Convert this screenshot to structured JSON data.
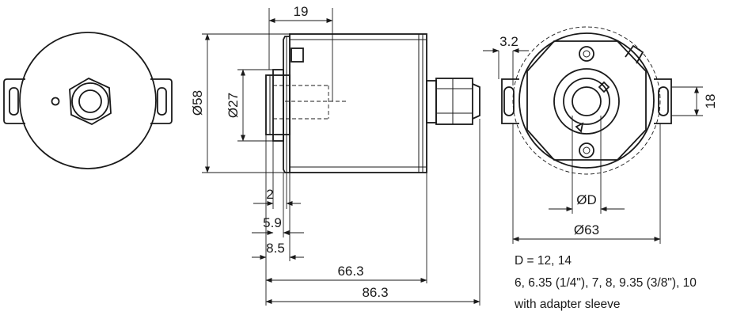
{
  "dimensions": {
    "d19": "19",
    "d58": "Ø58",
    "d27": "Ø27",
    "d2": "2",
    "d5_9": "5.9",
    "d8_5": "8.5",
    "d66_3": "66.3",
    "d86_3": "86.3",
    "d3_2": "3.2",
    "d18": "18",
    "dD": "ØD",
    "d63": "Ø63"
  },
  "notes": {
    "line1": "D = 12, 14",
    "line2": "6, 6.35 (1/4\"), 7, 8, 9.35 (3/8\"), 10",
    "line3": "with adapter sleeve"
  }
}
